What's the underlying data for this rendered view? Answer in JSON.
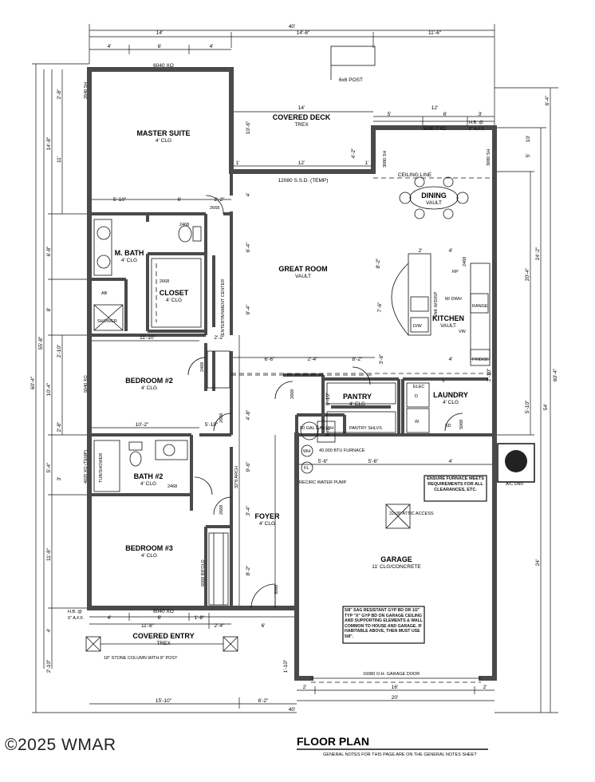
{
  "rooms": {
    "master_suite": "MASTER SUITE",
    "master_closet_note": "4' CLG",
    "m_bath": "M. BATH",
    "m_bath_note": "4' CLG",
    "closet": "CLOSET",
    "closet_note": "4' CLG",
    "shower": "SHOWER",
    "great_room": "GREAT ROOM",
    "great_room_note": "VAULT",
    "dining": "DINING",
    "dining_note": "VAULT",
    "kitchen": "KITCHEN",
    "kitchen_note": "VAULT",
    "bedroom2": "BEDROOM #2",
    "bedroom2_note": "4' CLG",
    "bath2": "BATH #2",
    "bath2_note": "4' CLG",
    "bedroom3": "BEDROOM #3",
    "bedroom3_note": "4' CLG",
    "foyer": "FOYER",
    "foyer_note": "4' CLG",
    "pantry": "PANTRY",
    "pantry_note": "4' CLG",
    "pantry_shelves": "PANTRY SHLVS",
    "laundry": "LAUNDRY",
    "laundry_note": "4' CLG",
    "garage": "GARAGE",
    "garage_note": "11' CLG/CONCRETE",
    "covered_deck": "COVERED DECK",
    "covered_deck_note": "TREX",
    "covered_entry": "COVERED ENTRY",
    "covered_entry_note": "TREX",
    "entertainment": "ENTERTAINMENT CENTER"
  },
  "labels": {
    "window_top": "6040 XO",
    "post": "6x6 POST",
    "window_sh": "2640 SH",
    "door_slider": "12080 S.S.D. (TEMP)",
    "ceiling_line": "CEILING LINE",
    "fxd": "5080 FXD",
    "hb_top": "H.B. @",
    "hb_top2": "6\" A.F.F.",
    "sh_right": "3080 SH",
    "sh_deck": "3080 SH",
    "d2468a": "2468",
    "d2668a": "2668",
    "d2668b": "2668",
    "d2468b": "2468",
    "d2468c": "2468",
    "d2668c": "2668",
    "d2668d": "2668",
    "d2668e": "2668",
    "d5068": "5068",
    "d3068": "3068",
    "d2468d": "2468",
    "bedroom2_window": "5040 XO",
    "bath2_window": "4020 XO (TEMP)",
    "tub": "TUB/SHOWER",
    "bypass": "6068 BIFOLD",
    "arch": "32\"8 ARCH",
    "bedroom3_window": "6040 XO",
    "furnace": "40,000 BTU FURNACE",
    "water_heater": "RECIRC WATER PUMP",
    "gas_wh": "50 GAL GAS WH",
    "attic": "22x30 ATTIC ACCESS",
    "garage_door": "16080 O.H. GARAGE DOOR",
    "ac_unit": "A/C UNIT",
    "stone_column": "18\" STONE COLUMN WITH 8\" POST",
    "hb_bottom": "H.B. @",
    "hb_bottom2": "6\" A.F.F.",
    "snk": "SNK W/DISP",
    "dw": "D/W",
    "mw": "M/ DWH",
    "range": "RANGE",
    "fridge": "FRIDGE",
    "elec": "ELEC",
    "rp": "RP",
    "ab": "AB",
    "fl": "FL",
    "wh": "WH",
    "v": "V",
    "vw": "VW",
    "sd": "SD",
    "w": "W",
    "d": "D"
  },
  "notes": {
    "furnace_note": "ENSURE FURNACE MEETS REQUIREMENTS FOR ALL CLEARANCES, ETC.",
    "gyp_note": "5/8\" SAG RESISTANT GYP BD OR 1/2\" TYP \"X\" GYP BD ON GARAGE CEILING AND SUPPORTING ELEMENTS & WALL COMMON TO HOUSE AND GARAGE. IF HABITABLE ABOVE, THEN MUST USE 5/8\"."
  },
  "dimensions": {
    "overall": "40'",
    "top_14": "14'",
    "top_14_6": "14'-6\"",
    "top_11_6": "11'-6\"",
    "top_4a": "4'",
    "top_6": "6'",
    "top_4b": "4'",
    "deck_14": "14'",
    "deck_12": "12'",
    "deck_5": "5'",
    "deck_6": "6'",
    "deck_3": "3'",
    "deck_1a": "1'",
    "deck_12b": "12'",
    "deck_1b": "1'",
    "deck_10_6": "10'-6\"",
    "deck_4_2": "4'-2\"",
    "m_5_10": "5'-10\"",
    "m_6": "6'",
    "m_2_2": "2'-2\"",
    "gr_4": "4'",
    "gr_6_4": "6'-4\"",
    "gr_9_4": "9'-4\"",
    "k_7_6": "7'-6\"",
    "k_2": "2'",
    "k_4": "4'",
    "k_3_6": "3'-6\"",
    "b2_11_10": "11'-10\"",
    "b2_2_2": "2'-2\"",
    "b2_6_6": "6'-6\"",
    "b2_2_4": "2'-4\"",
    "b2_8_2": "8'-2\"",
    "b2_10_2": "10'-2\"",
    "b2_5_10": "5'-10\"",
    "b2_4_8": "4'-8\"",
    "g_5_6a": "5'-6\"",
    "g_5_6b": "5'-6\"",
    "g_4": "4'",
    "g_4b": "4'",
    "g_9_6": "9'-6\"",
    "g_8_2": "8'-2\"",
    "g_3_4": "3'-4\"",
    "g_5_10": "5'-10\"",
    "g_5_2": "5'-2\"",
    "g_1_10": "1'-10\"",
    "bot_4": "4'",
    "bot_6": "6'",
    "bot_1_8": "1'-8\"",
    "bot_11_8": "11'-8\"",
    "bot_2_4": "2'-4\"",
    "bot_6b": "6'",
    "bot_15_10": "15'-10\"",
    "bot_6_2": "6'-2\"",
    "bot_40": "40'",
    "bot_2a": "2'",
    "bot_16": "16'",
    "bot_2b": "2'",
    "bot_20": "20'",
    "l_60_4": "60'-4\"",
    "l_55_8": "55'-8\"",
    "l_14_8": "14'-8\"",
    "l_11": "11'",
    "l_2_8": "2'-8\"",
    "l_6_8": "6'-8\"",
    "l_8": "8'",
    "l_2_10": "2'-10\"",
    "l_10_4": "10'-4\"",
    "l_2_8b": "2'-8\"",
    "l_5_4": "5'-4\"",
    "l_3": "3'",
    "l_11_8": "11'-8\"",
    "l_4": "4'",
    "l_2_10b": "2'-10\"",
    "r_60_4": "60'-4\"",
    "r_6_4": "6'-4\"",
    "r_54": "54'",
    "r_24_2": "24'-2\"",
    "r_20_4": "20'-4\"",
    "r_10": "10'",
    "r_5": "5'",
    "r_5_10": "5'-10\"",
    "r_24": "24'",
    "r_2_10": "2'-10\"",
    "r_8_2": "8'-2\""
  },
  "title": {
    "main": "FLOOR PLAN",
    "sub": "GENERAL NOTES FOR THIS PAGE ARE ON THE GENERAL NOTES SHEET"
  },
  "copyright": "©2025 WMAR"
}
